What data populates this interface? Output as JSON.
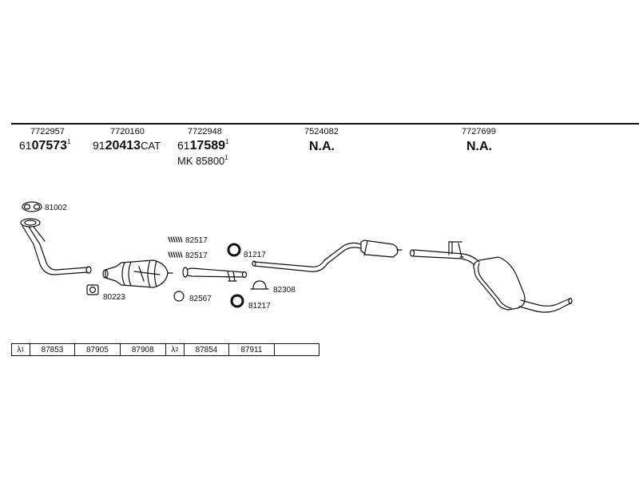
{
  "header_columns": [
    {
      "oem": "7722957",
      "prefix": "61",
      "number": "07573",
      "suffix": "",
      "sup": "1"
    },
    {
      "oem": "7720160",
      "prefix": "91",
      "number": "20413",
      "suffix": "CAT",
      "sup": ""
    },
    {
      "oem": "7722948",
      "prefix": "61",
      "number": "17589",
      "suffix": "",
      "sup": "1",
      "mk_prefix": "MK",
      "mk_number": "85800",
      "mk_sup": "1"
    },
    {
      "oem": "7524082",
      "na": "N.A."
    },
    {
      "oem": "7727699",
      "na": "N.A."
    }
  ],
  "part_labels": {
    "gasket_81002": "81002",
    "clamp_82517_a": "82517",
    "clamp_82517_b": "82517",
    "ring_81217_a": "81217",
    "ring_81217_b": "81217",
    "bracket_80223": "80223",
    "seal_82567": "82567",
    "clamp_82308": "82308"
  },
  "lambda_tables": [
    {
      "symbol": "λ",
      "sup": "1",
      "values": [
        "87853",
        "87905",
        "87908"
      ]
    },
    {
      "symbol": "λ",
      "sup": "2",
      "values": [
        "87854",
        "87911",
        ""
      ]
    }
  ],
  "colors": {
    "line": "#111111",
    "background": "#ffffff"
  }
}
